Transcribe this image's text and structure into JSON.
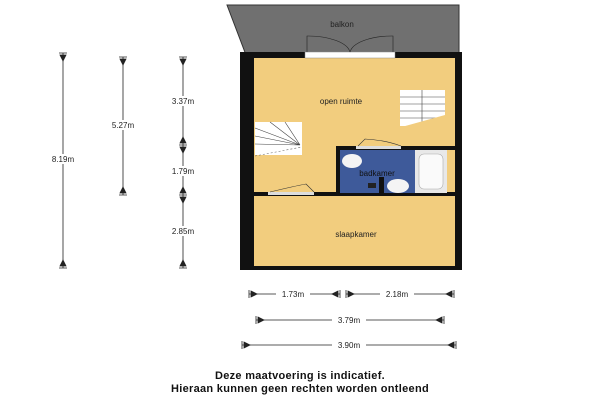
{
  "rooms": {
    "balcony": "balkon",
    "open_space": "open ruimte",
    "bathroom": "badkamer",
    "bedroom": "slaapkamer"
  },
  "dimensions": {
    "vertical": {
      "total": "8.19m",
      "upper": "5.27m",
      "open_space": "3.37m",
      "bathroom": "1.79m",
      "bedroom": "2.85m"
    },
    "horizontal": {
      "left": "1.73m",
      "right": "2.18m",
      "inner": "3.79m",
      "outer": "3.90m"
    }
  },
  "disclaimer": {
    "line1": "Deze maatvoering is indicatief.",
    "line2": "Hieraan kunnen geen rechten worden ontleend"
  },
  "colors": {
    "floor": "#f2cd7e",
    "bathroom": "#3e5a9a",
    "wall": "#111111",
    "balcony": "#6e6e6e"
  }
}
